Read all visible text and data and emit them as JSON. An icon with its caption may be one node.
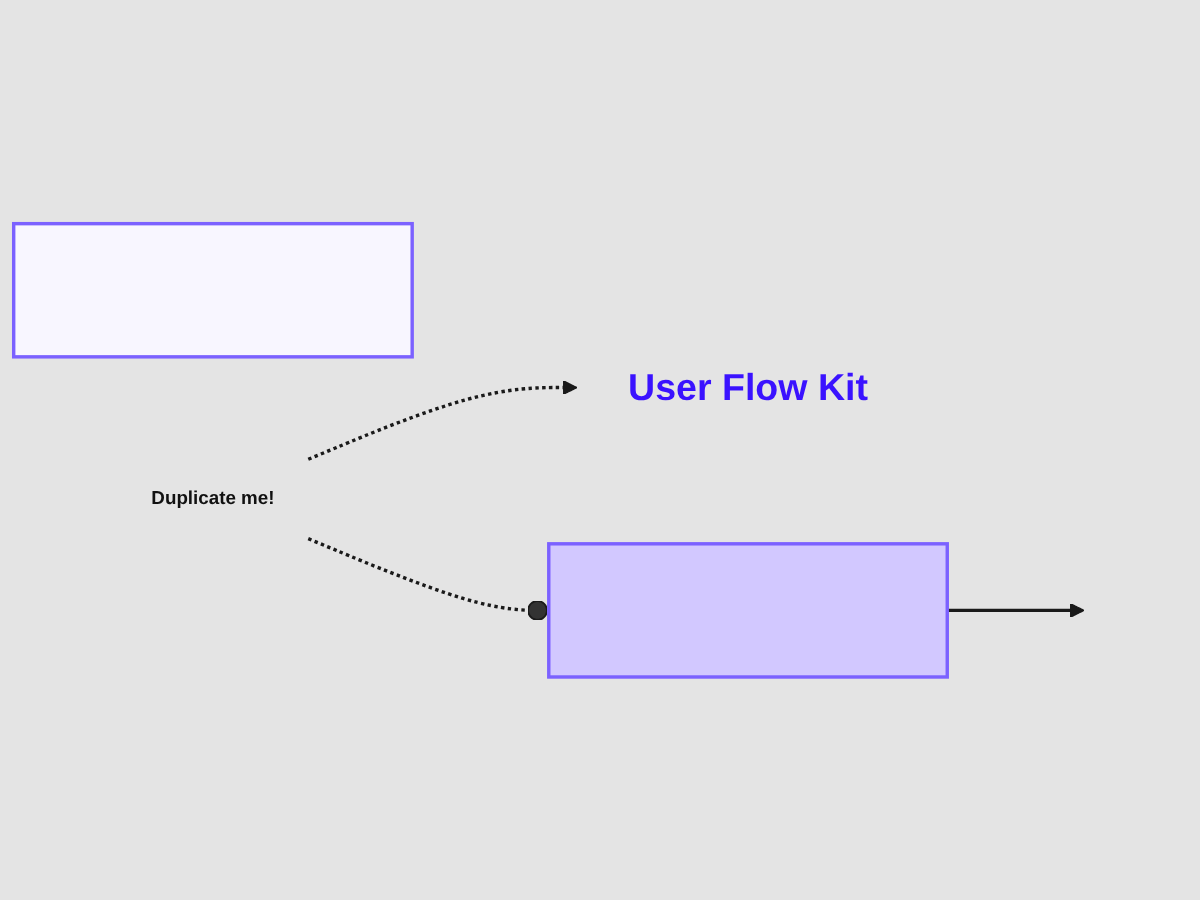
{
  "diagram": {
    "nodes": [
      {
        "text": [
          "User Flow Kit"
        ]
      },
      {
        "text": [],
        "shape": "box"
      },
      {
        "text": [
          "Duplicate me!"
        ]
      },
      {
        "text": [],
        "shape": "box"
      }
    ],
    "edges": [
      {
        "from": 2,
        "to": 0,
        "arrow": "to",
        "style": "dashed"
      },
      {
        "from": 2,
        "to": 3,
        "arrow": "other",
        "style": "dashed"
      },
      {
        "from": 3,
        "to": null,
        "arrow": "to"
      }
    ]
  }
}
